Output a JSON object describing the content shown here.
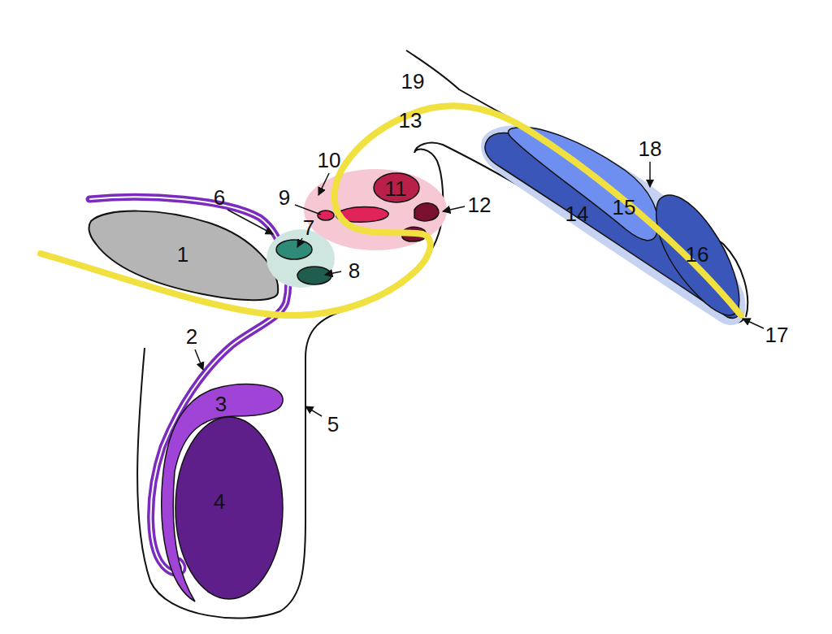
{
  "diagram": {
    "labels": [
      "19",
      "13",
      "10",
      "18",
      "6",
      "9",
      "11",
      "12",
      "14",
      "15",
      "1",
      "7",
      "16",
      "8",
      "17",
      "2",
      "3",
      "5",
      "4"
    ]
  }
}
